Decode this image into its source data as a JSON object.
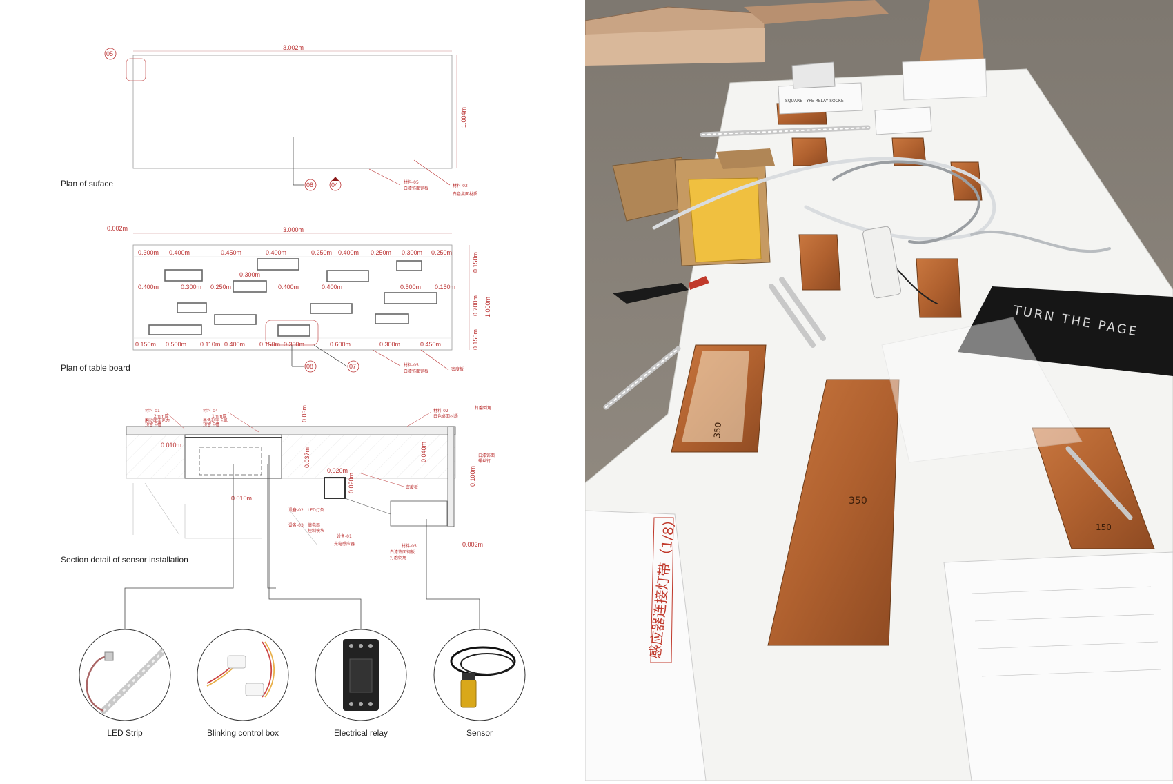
{
  "panels": {
    "surface": {
      "title": "Plan of suface",
      "width_dim": "3.002m",
      "height_dim": "1.004m",
      "tags": [
        "05",
        "08",
        "04"
      ],
      "notes": [
        {
          "code": "材料-05",
          "desc": "白漆饰面钢板"
        },
        {
          "code": "材料-02",
          "desc": "白色桌面材质"
        }
      ]
    },
    "board": {
      "title": "Plan of table board",
      "top_offset": "0.002m",
      "width_dim": "3.000m",
      "height_dim": "1.000m",
      "row1": [
        "0.300m",
        "0.400m",
        "0.450m",
        "0.400m",
        "0.250m",
        "0.400m",
        "0.250m",
        "0.300m",
        "0.250m"
      ],
      "row2": [
        "0.300m"
      ],
      "row3": [
        "0.400m",
        "0.300m",
        "0.250m",
        "0.400m",
        "0.400m",
        "0.500m",
        "0.150m"
      ],
      "row4": [
        "0.150m",
        "0.500m",
        "0.110m",
        "0.400m",
        "0.150m",
        "0.300m",
        "0.600m",
        "0.300m",
        "0.450m"
      ],
      "right_dims": [
        "0.150m",
        "0.700m",
        "0.150m"
      ],
      "tags": [
        "08",
        "07"
      ],
      "notes": [
        {
          "code": "材料-05",
          "desc": "白漆饰面钢板"
        },
        {
          "code": "",
          "desc": "密度板"
        }
      ]
    },
    "section": {
      "title": "Section detail of sensor installation",
      "dims": [
        "0.010m",
        "0.037m",
        "0.040m",
        "0.020m",
        "0.020m",
        "0.100m",
        "0.010m",
        "0.002m",
        "0.03m"
      ],
      "labels": [
        {
          "code": "材料-01",
          "lines": [
            "2mm厚",
            "磨砂面亚克力",
            "预留卡槽"
          ]
        },
        {
          "code": "材料-04",
          "lines": [
            "1mm厚",
            "黑色刻字卡纸",
            "预留卡槽"
          ]
        },
        {
          "code": "材料-02",
          "lines": [
            "白色桌面材质"
          ]
        },
        {
          "code": "",
          "lines": [
            "打磨倒角"
          ]
        },
        {
          "code": "",
          "lines": [
            "白漆饰面",
            "螺丝钉"
          ]
        },
        {
          "code": "",
          "lines": [
            "密度板"
          ]
        },
        {
          "code": "设备-02",
          "lines": [
            "LED灯条"
          ]
        },
        {
          "code": "设备-03",
          "lines": [
            "继电器",
            "控制模块"
          ]
        },
        {
          "code": "设备-01",
          "lines": [
            "光电感应器"
          ]
        },
        {
          "code": "材料-05",
          "lines": [
            "白漆饰面钢板",
            "打磨倒角"
          ]
        }
      ]
    }
  },
  "components": [
    {
      "label": "LED Strip",
      "icon": "led-strip-icon"
    },
    {
      "label": "Blinking control box",
      "icon": "control-box-icon"
    },
    {
      "label": "Electrical relay",
      "icon": "relay-icon"
    },
    {
      "label": "Sensor",
      "icon": "sensor-icon"
    }
  ],
  "photo": {
    "card_text": "TURN THE PAGE",
    "box_label": "SQUARE TYPE RELAY SOCKET",
    "cut_marks": [
      "350",
      "350",
      "150"
    ],
    "handwriting": "感应器连接灯带（1/8）"
  },
  "colors": {
    "drawing_red": "#b33333",
    "table_white": "#f4f4f2",
    "plywood": "#b5683a",
    "floor": "#8c8479"
  }
}
